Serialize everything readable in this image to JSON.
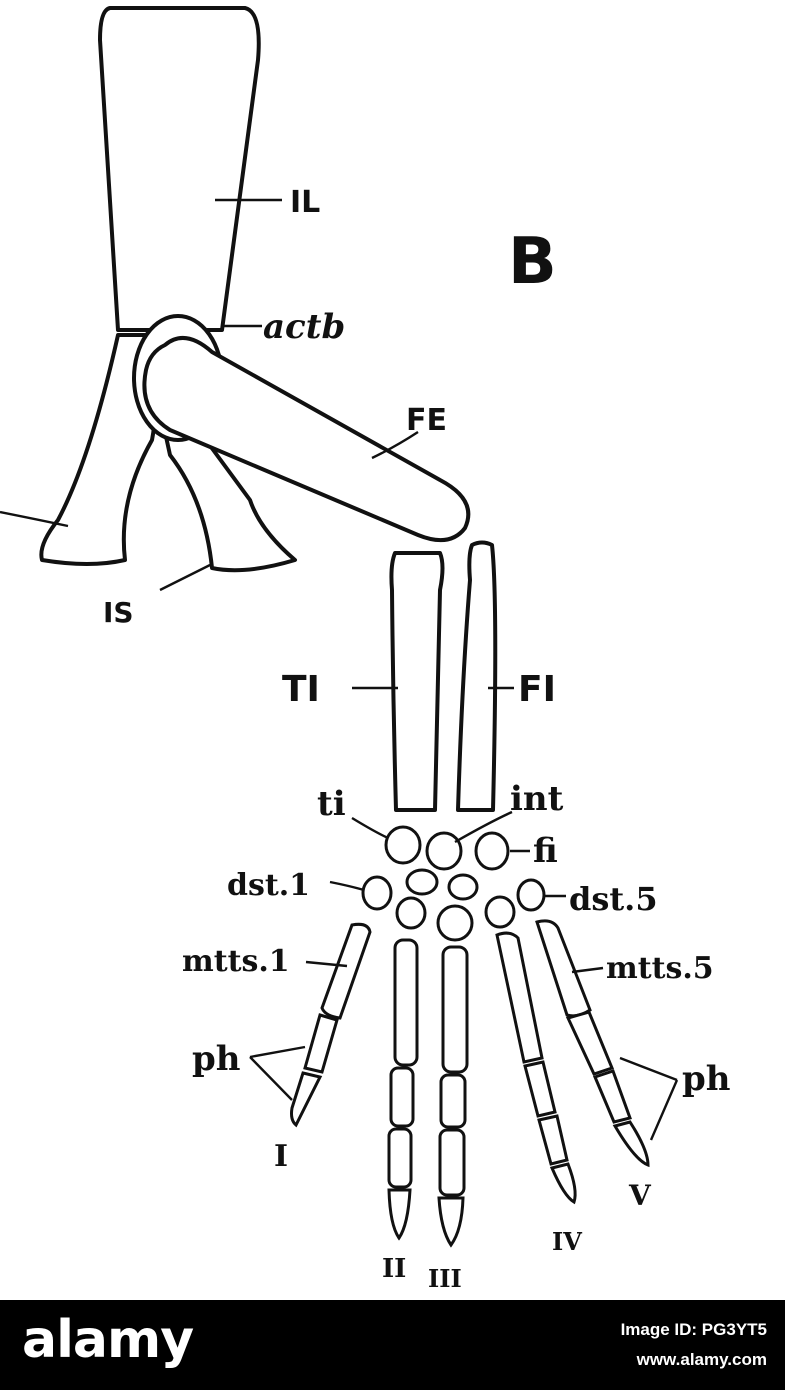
{
  "figure": {
    "panel_letter": "B",
    "labels": {
      "il": "IL",
      "actb": "actb",
      "fe": "FE",
      "is": "IS",
      "ti_bone": "TI",
      "fi_bone": "FI",
      "ti": "ti",
      "int": "int",
      "fi": "fi",
      "dst1": "dst.1",
      "dst5": "dst.5",
      "mtts1": "mtts.1",
      "mtts5": "mtts.5",
      "ph_left": "ph",
      "ph_right": "ph",
      "digit_1": "I",
      "digit_2": "II",
      "digit_3": "III",
      "digit_4": "IV",
      "digit_5": "V"
    }
  },
  "footer": {
    "logo": "alamy",
    "image_id": "Image ID: PG3YT5",
    "url": "www.alamy.com"
  },
  "colors": {
    "ink": "#111111",
    "paper": "#ffffff",
    "footer_bg": "#000000"
  }
}
